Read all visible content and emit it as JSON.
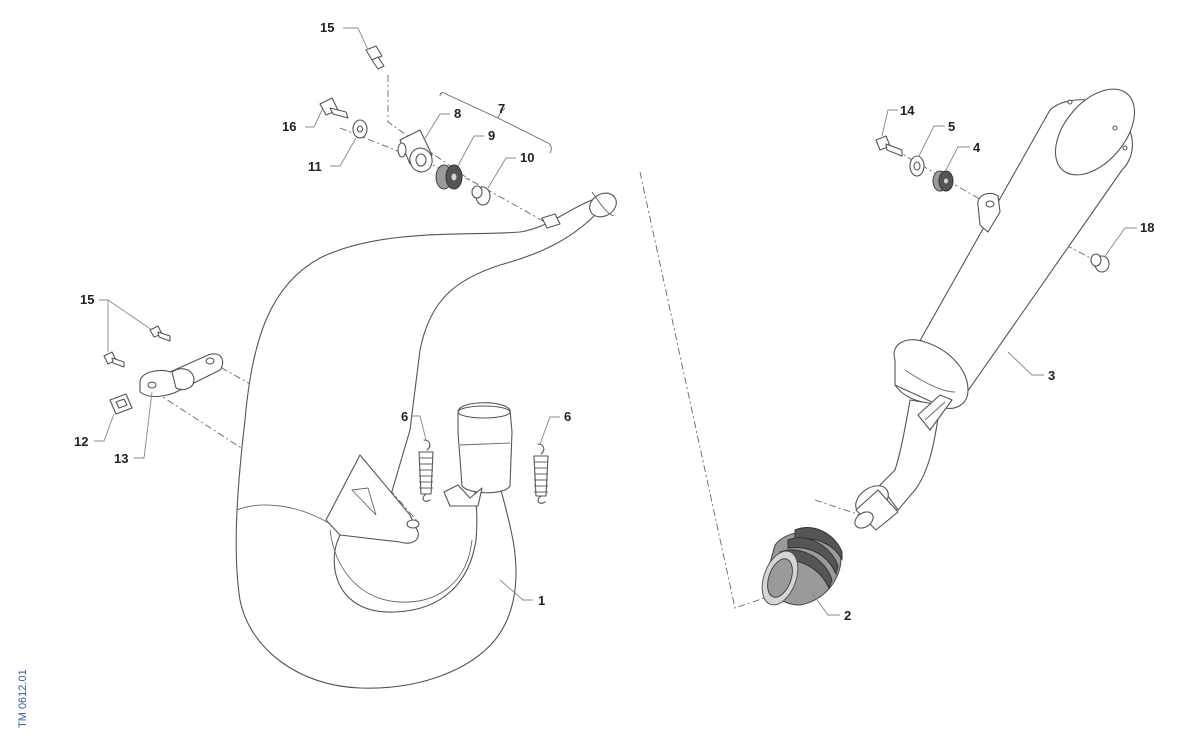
{
  "callouts": {
    "c1": "1",
    "c2": "2",
    "c3": "3",
    "c4": "4",
    "c5": "5",
    "c6a": "6",
    "c6b": "6",
    "c7": "7",
    "c8": "8",
    "c9": "9",
    "c10": "10",
    "c11": "11",
    "c12": "12",
    "c13": "13",
    "c14": "14",
    "c15a": "15",
    "c15b": "15",
    "c16": "16",
    "c18": "18"
  },
  "reference_code": "TM 0612.01",
  "colors": {
    "line": "#555555",
    "callout_text": "#222222",
    "reference_text": "#3a5a9a"
  }
}
